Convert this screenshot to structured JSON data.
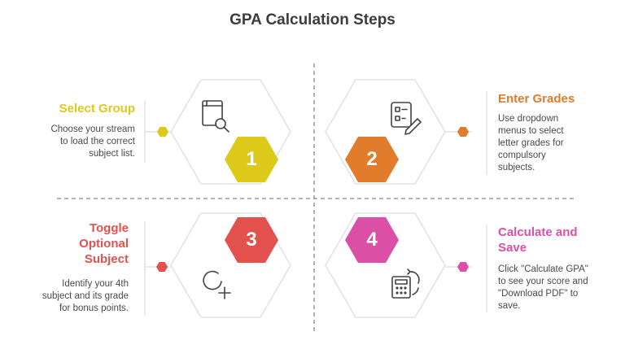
{
  "title": "GPA Calculation Steps",
  "colors": {
    "step1": "#dcc91a",
    "step2": "#e07c2c",
    "step3": "#e3514f",
    "step4": "#dc4fa6",
    "outline": "#e2e2e2",
    "divider": "#8a8a8a"
  },
  "steps": [
    {
      "number": "1",
      "title": "Select Group",
      "description": [
        "Choose your stream",
        "to load the correct",
        "subject list."
      ],
      "icon": "book-search-icon"
    },
    {
      "number": "2",
      "title": "Enter Grades",
      "description": [
        "Use dropdown",
        "menus to select",
        "letter grades for",
        "compulsory",
        "subjects."
      ],
      "icon": "checklist-edit-icon"
    },
    {
      "number": "3",
      "title": [
        "Toggle",
        "Optional",
        "Subject"
      ],
      "description": [
        "Identify your 4th",
        "subject and its grade",
        "for bonus points."
      ],
      "icon": "circle-add-icon"
    },
    {
      "number": "4",
      "title": [
        "Calculate and",
        "Save"
      ],
      "description": [
        "Click \"Calculate GPA\"",
        "to see your score and",
        "\"Download PDF\" to",
        "save."
      ],
      "icon": "calculator-refresh-icon"
    }
  ]
}
